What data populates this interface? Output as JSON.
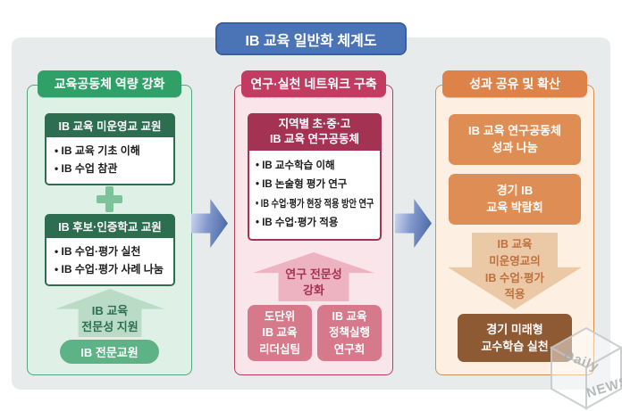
{
  "page": {
    "title": "IB 교육 일반화 체계도"
  },
  "colors": {
    "title_blue": "#4a74b6",
    "left_green": "#2fa168",
    "mid_crimson": "#c23b60",
    "right_orange": "#dd8349",
    "result_brown": "#8d5a33"
  },
  "left_column": {
    "header": "교육공동체 역량 강화",
    "teacher_box_1": {
      "title": "IB 교육 미운영교 교원",
      "items": [
        "IB 교육 기초 이해",
        "IB 수업 참관"
      ]
    },
    "teacher_box_2": {
      "title": "IB 후보·인증학교 교원",
      "items": [
        "IB 수업·평가 실천",
        "IB 수업·평가 사례 나눔"
      ]
    },
    "support_arrow_label": "IB 교육\n전문성 지원",
    "result_pill": "IB 전문교원"
  },
  "middle_column": {
    "header": "연구·실천 네트워크 구축",
    "community_box": {
      "title": "지역별 초·중·고\nIB 교육 연구공동체",
      "items": [
        "IB 교수학습 이해",
        "IB 논술형 평가 연구",
        "IB 수업·평가 현장 적용 방안 연구",
        "IB 수업·평가 적용"
      ]
    },
    "support_arrow_label": "연구 전문성\n강화",
    "team_box_1": "도단위\nIB 교육\n리더십팀",
    "team_box_2": "IB 교육\n정책실행\n연구회"
  },
  "right_column": {
    "header": "성과 공유 및 확산",
    "share_box_1": "IB 교육 연구공동체\n성과 나눔",
    "share_box_2": "경기 IB\n교육 박람회",
    "down_arrow_label": "IB 교육\n미운영교의\nIB 수업·평가\n적용",
    "result_box": "경기 미래형\n교수학습 실천"
  },
  "watermark": {
    "line1": "Daily",
    "line2": "NEWS"
  }
}
